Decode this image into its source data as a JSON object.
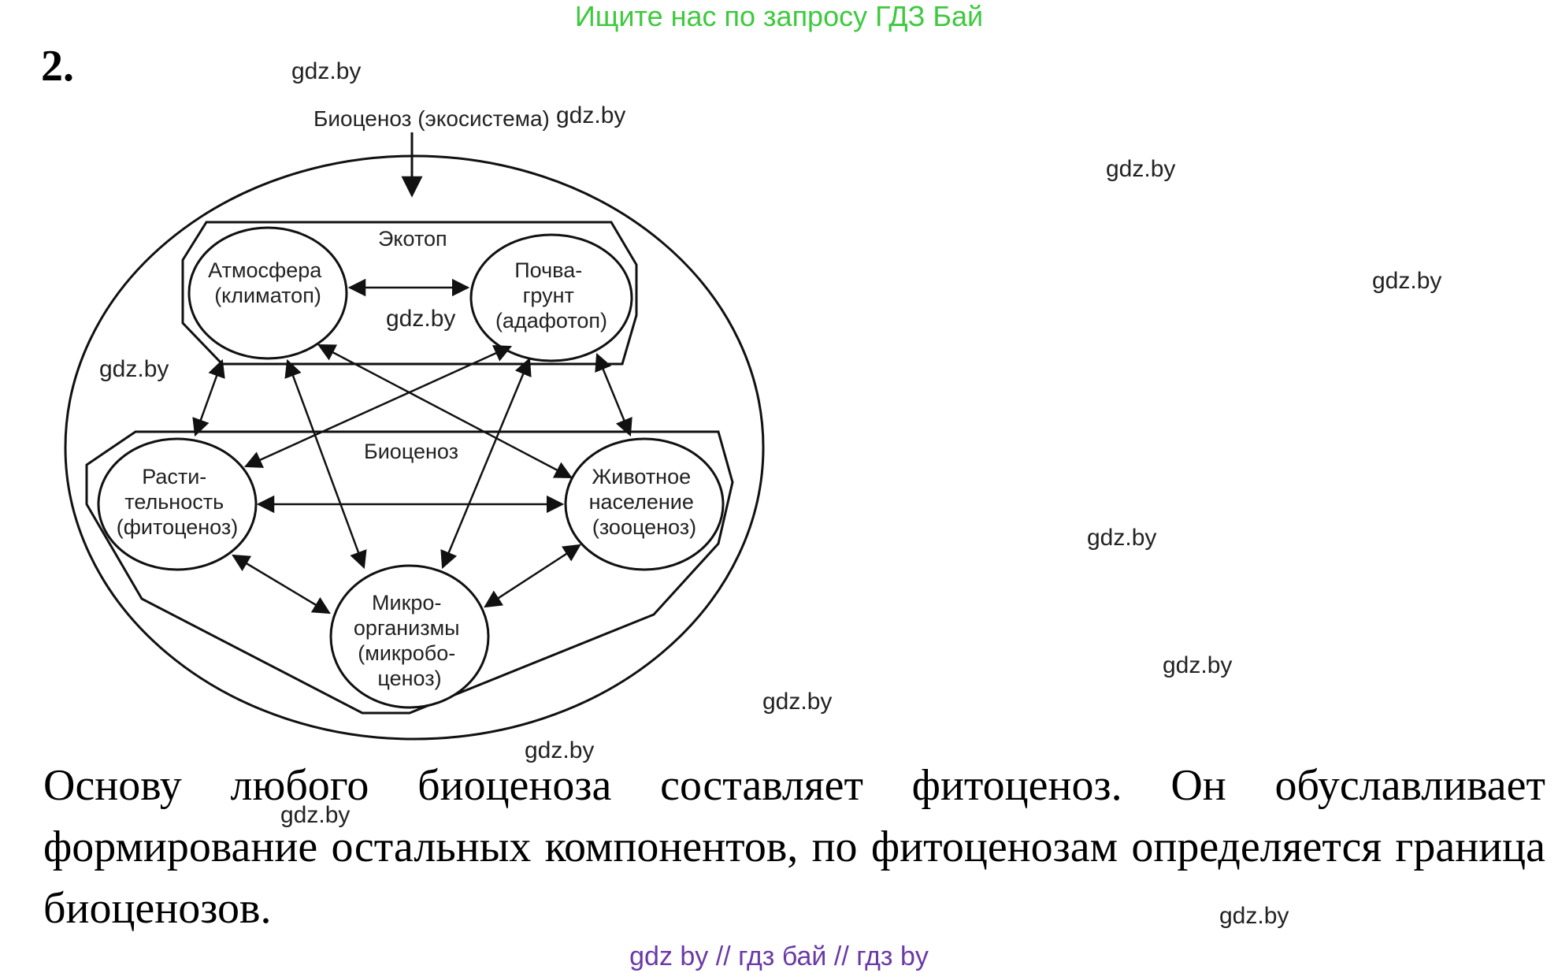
{
  "header": {
    "promo": "Ищите нас по запросу ГДЗ Бай"
  },
  "task": {
    "number": "2."
  },
  "diagram": {
    "top_label": "Биоценоз (экосистема)",
    "ecotope_label": "Экотоп",
    "biocenosis_label": "Биоценоз",
    "atmosphere": [
      "Атмосфера",
      "(климатоп)"
    ],
    "soil": [
      "Почва-",
      "грунт",
      "(адафотоп)"
    ],
    "vegetation": [
      "Расти-",
      "тельность",
      "(фитоценоз)"
    ],
    "animals": [
      "Животное",
      "население",
      "(зооценоз)"
    ],
    "microorganisms": [
      "Микро-",
      "организмы",
      "(микробо-",
      "ценоз)"
    ]
  },
  "watermarks": [
    "gdz.by",
    "gdz.by",
    "gdz.by",
    "gdz.by",
    "gdz.by",
    "gdz.by",
    "gdz.by",
    "gdz.by",
    "gdz.by",
    "gdz.by",
    "gdz.by",
    "gdz.by"
  ],
  "paragraph": "Основу любого биоценоза составляет фитоценоз. Он обуславливает формирование остальных компонентов, по фитоценозам определяется граница биоценозов.",
  "footer": {
    "links": "gdz by  //  гдз бай  //  гдз by"
  },
  "colors": {
    "header_green": "#3ec93e",
    "footer_purple": "#6a3aa6"
  }
}
